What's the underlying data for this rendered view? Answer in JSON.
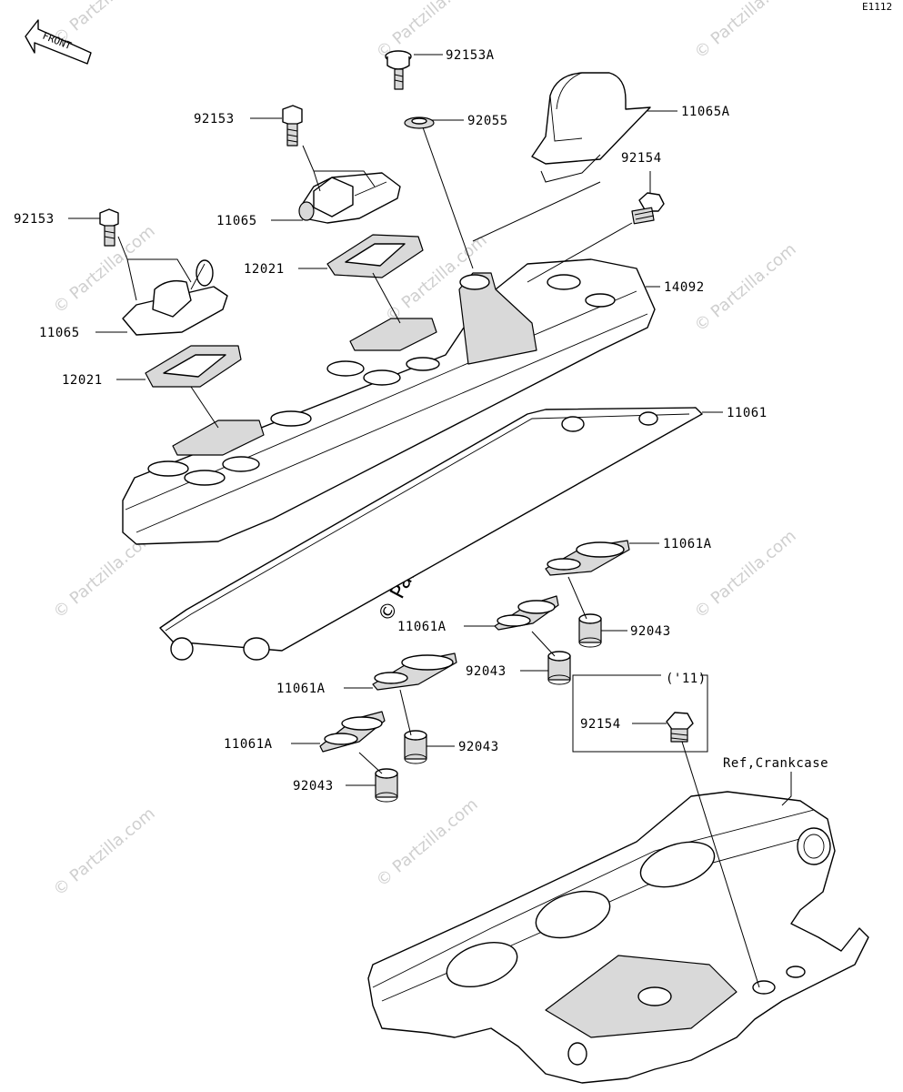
{
  "diagram_code": "E1112",
  "front_arrow_text": "FRONT",
  "labels": {
    "l_92153A": "92153A",
    "l_92055": "92055",
    "l_11065A": "11065A",
    "l_92154_top": "92154",
    "l_92153_a": "92153",
    "l_11065_a": "11065",
    "l_92153_b": "92153",
    "l_12021_a": "12021",
    "l_14092": "14092",
    "l_11065_b": "11065",
    "l_12021_b": "12021",
    "l_11061": "11061",
    "l_11061A_1": "11061A",
    "l_11061A_2": "11061A",
    "l_92043_1": "92043",
    "l_92043_2": "92043",
    "l_11061A_3": "11061A",
    "l_92043_3": "92043",
    "l_11061A_4": "11061A",
    "l_92043_4": "92043",
    "l_year": "('11)",
    "l_92154_box": "92154",
    "l_ref": "Ref,Crankcase"
  },
  "watermark_text": "© Partzilla.com",
  "colors": {
    "line": "#000000",
    "watermark": "#cfcfcf",
    "background": "#ffffff"
  }
}
